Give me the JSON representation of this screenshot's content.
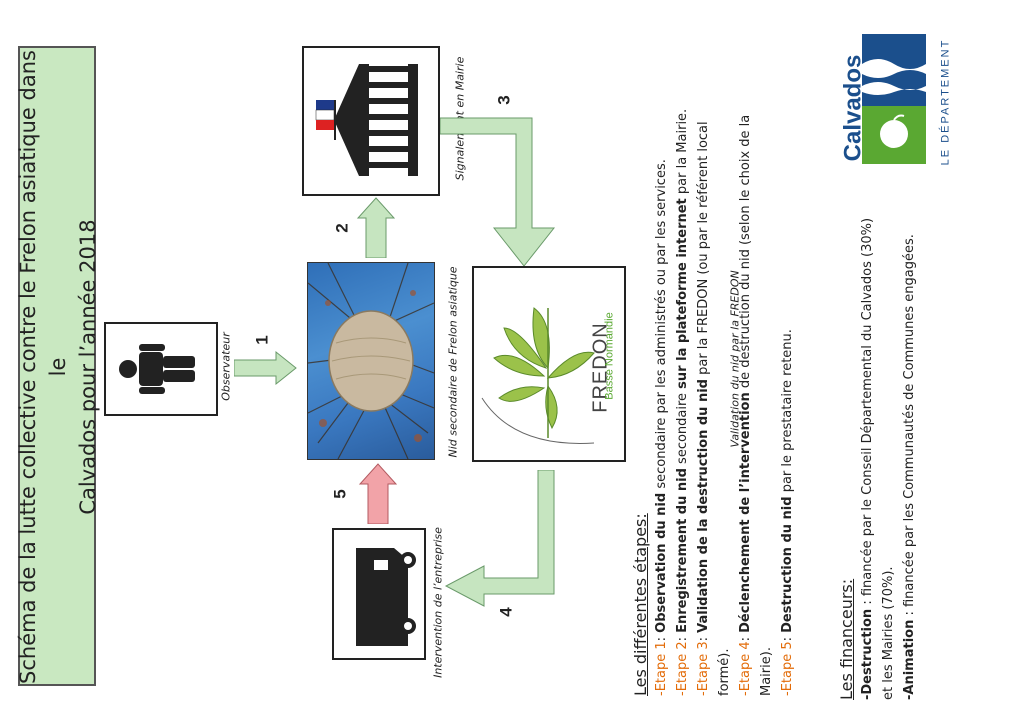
{
  "title": {
    "line1": "Schéma de la lutte collective contre le Frelon asiatique dans le",
    "line2": "Calvados pour l’année 2018"
  },
  "nodes": {
    "observateur": "Observateur",
    "nid": "Nid secondaire de Frelon asiatique",
    "mairie": "Signalement en Mairie",
    "fredon": "Validation du nid par la FREDON",
    "entreprise": "Intervention de l’entreprise"
  },
  "fredon_logo": {
    "name": "FREDON",
    "sub": "Basse Normandie"
  },
  "arrows": {
    "a1": "1",
    "a2": "2",
    "a3": "3",
    "a4": "4",
    "a5": "5"
  },
  "steps": {
    "heading": "Les différentes étapes:",
    "e1": {
      "prefix": "-Etape 1",
      "bold": "Observation du nid",
      "rest": " secondaire par les administrés ou par les services."
    },
    "e2": {
      "prefix": "-Etape 2",
      "bold": "Enregistrement du nid",
      "mid": " secondaire ",
      "bold2": "sur la plateforme internet",
      "rest": " par la Mairie."
    },
    "e3": {
      "prefix": "-Etape 3",
      "bold": "Validation de la destruction du nid",
      "rest": " par la FREDON (ou par le référent local",
      "rest2": "formé)."
    },
    "e4": {
      "prefix": "-Etape 4",
      "bold": "Déclenchement de l’intervention",
      "rest": " de destruction du nid (selon le choix de la",
      "rest2": "Mairie)."
    },
    "e5": {
      "prefix": "-Etape 5",
      "bold": "Destruction du nid",
      "rest": " par le prestataire retenu."
    }
  },
  "financeurs": {
    "heading": "Les financeurs:",
    "d_bold": "-Destruction",
    "d_rest": " : financée par le Conseil Départemental du Calvados (30%)",
    "d_rest2": "et les Mairies (70%).",
    "a_bold": "-Animation",
    "a_rest": " : financée par les Communautés de Communes engagées."
  },
  "logo": {
    "name": "Calvados",
    "sub": "LE DÉPARTEMENT"
  },
  "colors": {
    "title_bg": "#c9e8c1",
    "arrow_green": "#c6e5c0",
    "arrow_red": "#f2a3a8",
    "step_orange": "#e36c09",
    "logo_blue": "#1b4f8c",
    "logo_green": "#5aa832"
  }
}
